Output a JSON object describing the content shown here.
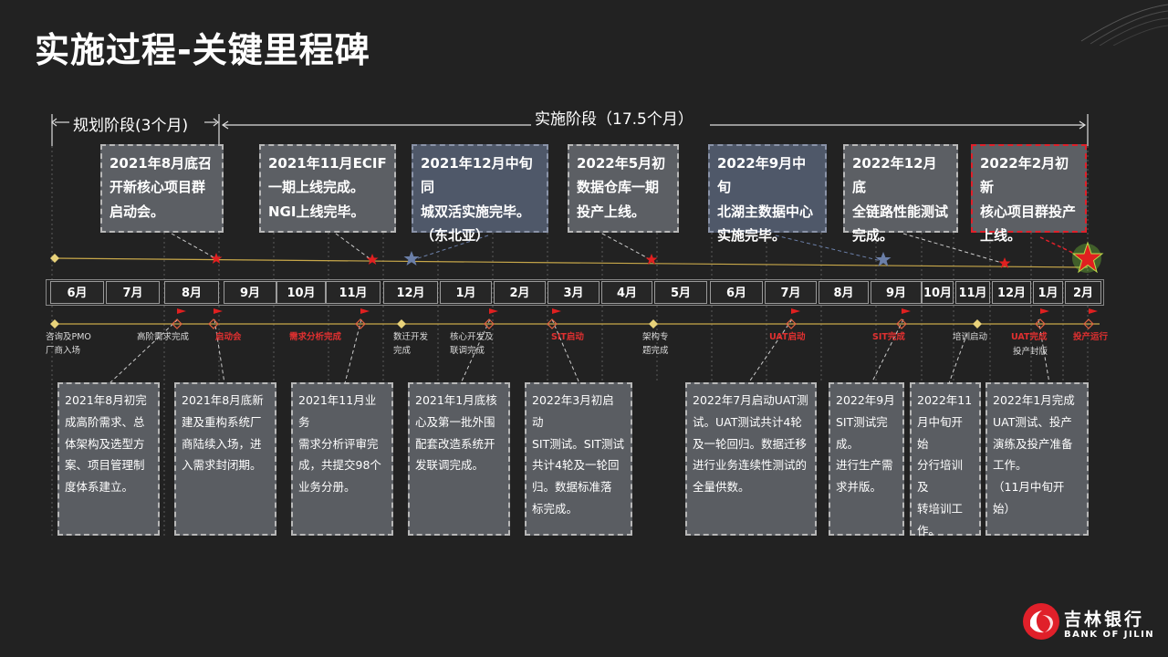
{
  "title": "实施过程-关键里程碑",
  "phases": {
    "planning": "规划阶段(3个月)",
    "implementation": "实施阶段（17.5个月）"
  },
  "months": [
    "6月",
    "7月",
    "8月",
    "9月",
    "10月",
    "11月",
    "12月",
    "1月",
    "2月",
    "3月",
    "4月",
    "5月",
    "6月",
    "7月",
    "8月",
    "9月",
    "10月",
    "11月",
    "12月",
    "1月",
    "2月"
  ],
  "top_boxes": [
    {
      "text": "2021年8月底召\n开新核心项目群\n启动会。"
    },
    {
      "text": "2021年11月ECIF\n一期上线完成。\nNGI上线完毕。"
    },
    {
      "text": "2021年12月中旬同\n城双活实施完毕。\n（东北亚）"
    },
    {
      "text": "2022年5月初\n数据仓库一期\n投产上线。"
    },
    {
      "text": "2022年9月中旬\n北湖主数据中心\n实施完毕。"
    },
    {
      "text": "2022年12月底\n全链路性能测试\n完成。"
    },
    {
      "text": "2022年2月初新\n核心项目群投产\n上线。"
    }
  ],
  "bottom_labels": [
    {
      "text": "咨询及PMO\n厂商入场",
      "red": false
    },
    {
      "text": "高阶需求完成",
      "red": false
    },
    {
      "text": "启动会",
      "red": true
    },
    {
      "text": "需求分析完成",
      "red": true
    },
    {
      "text": "数迁开发\n完成",
      "red": false
    },
    {
      "text": "核心开发及\n联调完成",
      "red": false
    },
    {
      "text": "SIT启动",
      "red": true
    },
    {
      "text": "架构专\n题完成",
      "red": false
    },
    {
      "text": "UAT启动",
      "red": true
    },
    {
      "text": "SIT完成",
      "red": true
    },
    {
      "text": "培训启动",
      "red": false
    },
    {
      "text": "UAT完成",
      "red": true
    },
    {
      "text": "投产封版",
      "red": false
    },
    {
      "text": "投产运行",
      "red": true
    }
  ],
  "bottom_boxes": [
    {
      "text": "2021年8月初完\n成高阶需求、总\n体架构及选型方\n案、项目管理制\n度体系建立。"
    },
    {
      "text": "2021年8月底新\n建及重构系统厂\n商陆续入场，进\n入需求封闭期。"
    },
    {
      "text": "2021年11月业务\n需求分析评审完\n成，共提交98个\n业务分册。"
    },
    {
      "text": "2021年1月底核\n心及第一批外围\n配套改造系统开\n发联调完成。"
    },
    {
      "text": "2022年3月初启动\nSIT测试。SIT测试\n共计4轮及一轮回\n归。数据标准落\n标完成。"
    },
    {
      "text": "2022年7月启动UAT测\n试。UAT测试共计4轮\n及一轮回归。数据迁移\n进行业务连续性测试的\n全量供数。"
    },
    {
      "text": "2022年9月\nSIT测试完成。\n进行生产需\n求并版。"
    },
    {
      "text": "2022年11\n月中旬开始\n分行培训及\n转培训工作。"
    },
    {
      "text": "2022年1月完成\nUAT测试、投产\n演练及投产准备\n工作。\n（11月中旬开始）"
    }
  ],
  "logo": {
    "name": "吉林银行",
    "sub": "BANK OF JILIN"
  },
  "colors": {
    "background": "#222222",
    "accent_red": "#e0202a",
    "timeline_gold": "#c8a84a",
    "star_blue": "#6b7fa8"
  }
}
